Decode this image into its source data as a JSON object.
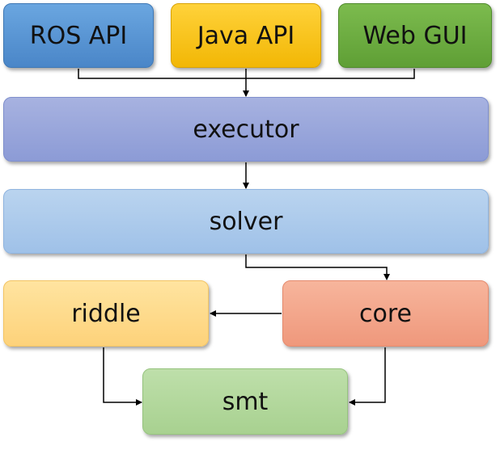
{
  "nodes": {
    "ros_api": "ROS API",
    "java_api": "Java API",
    "web_gui": "Web GUI",
    "executor": "executor",
    "solver": "solver",
    "riddle": "riddle",
    "core": "core",
    "smt": "smt"
  },
  "edges": [
    {
      "from": "ros_api",
      "to": "executor"
    },
    {
      "from": "java_api",
      "to": "executor"
    },
    {
      "from": "web_gui",
      "to": "executor"
    },
    {
      "from": "executor",
      "to": "solver"
    },
    {
      "from": "solver",
      "to": "core"
    },
    {
      "from": "core",
      "to": "riddle"
    },
    {
      "from": "riddle",
      "to": "smt"
    },
    {
      "from": "core",
      "to": "smt"
    }
  ]
}
